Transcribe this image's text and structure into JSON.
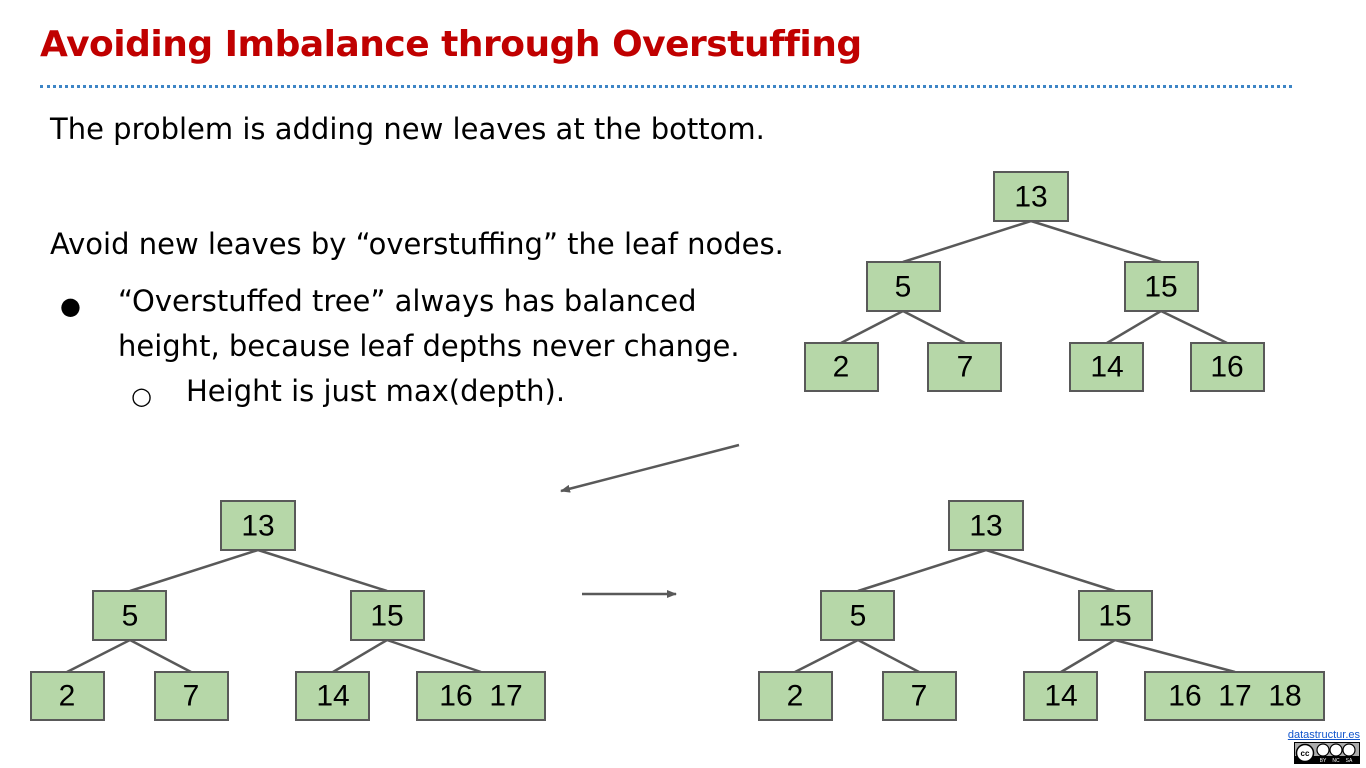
{
  "slide": {
    "title": "Avoiding Imbalance through Overstuffing",
    "line1": "The problem is adding new leaves at the bottom.",
    "line2": "Avoid new leaves by “overstuffing” the leaf nodes.",
    "bullet1_line1": "“Overstuffed tree” always has balanced",
    "bullet1_line2": "height, because leaf depths never change.",
    "sub_bullet1": "Height is just max(depth).",
    "bullet_glyph": "●",
    "sub_bullet_glyph": "○"
  },
  "trees": [
    {
      "name": "original-tree",
      "root": "13",
      "internal": [
        "5",
        "15"
      ],
      "leaves": [
        "2",
        "7",
        "14",
        "16"
      ]
    },
    {
      "name": "overstuffed-tree-one",
      "root": "13",
      "internal": [
        "5",
        "15"
      ],
      "leaves": [
        "2",
        "7",
        "14",
        "16  17"
      ]
    },
    {
      "name": "overstuffed-tree-two",
      "root": "13",
      "internal": [
        "5",
        "15"
      ],
      "leaves": [
        "2",
        "7",
        "14",
        "16  17  18"
      ]
    }
  ],
  "footer": {
    "link": "datastructur.es",
    "license_labels": [
      "BY",
      "NC",
      "SA"
    ]
  },
  "colors": {
    "title": "#c00000",
    "divider": "#3d85c6",
    "node_fill": "#b6d7a8",
    "node_stroke": "#595959"
  }
}
